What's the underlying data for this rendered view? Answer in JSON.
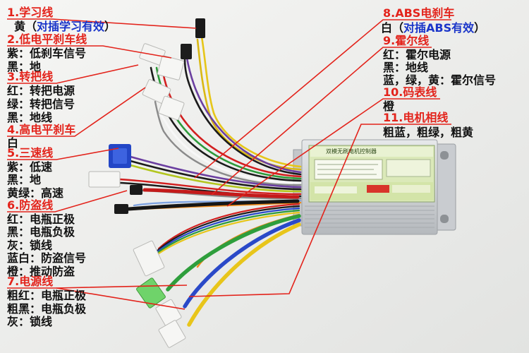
{
  "colors": {
    "title_red": "#e3231b",
    "highlight_blue": "#1a35c9",
    "annotation_line": "#e3231b"
  },
  "groups": [
    {
      "title": "1.学习线",
      "note": {
        "prefix": "黄（",
        "highlight": "对插学习有效",
        "suffix": "）"
      }
    },
    {
      "title": "2.低电平刹车线",
      "lines": [
        "紫：低刹车信号",
        "黑：地"
      ]
    },
    {
      "title": "3.转把线",
      "lines": [
        "红：转把电源",
        "绿：转把信号",
        "黑：地线"
      ]
    },
    {
      "title": "4.高电平刹车",
      "lines": [
        "白"
      ]
    },
    {
      "title": "5.三速线",
      "lines": [
        "紫：低速",
        "黑：地",
        "黄绿：高速"
      ]
    },
    {
      "title": "6.防盗线",
      "lines": [
        "红：电瓶正极",
        "黑：电瓶负极",
        "灰：锁线",
        "蓝白：防盗信号",
        "橙：推动防盗"
      ]
    },
    {
      "title": "7.电源线",
      "lines": [
        "粗红：电瓶正极",
        "粗黑：电瓶负极",
        "灰：锁线"
      ]
    },
    {
      "title": "8.ABS电刹车",
      "note": {
        "prefix": "白（",
        "highlight": "对插ABS有效",
        "suffix": "）"
      }
    },
    {
      "title": "9.霍尔线",
      "lines": [
        "红：霍尔电源",
        "黑：地线",
        "蓝，绿，黄：霍尔信号"
      ]
    },
    {
      "title": "10.码表线",
      "lines": [
        "橙"
      ]
    },
    {
      "title": "11.电机相线",
      "lines": [
        "粗蓝，粗绿，粗黄"
      ]
    }
  ],
  "controller": {
    "label": "双模无刷电机控制器"
  }
}
